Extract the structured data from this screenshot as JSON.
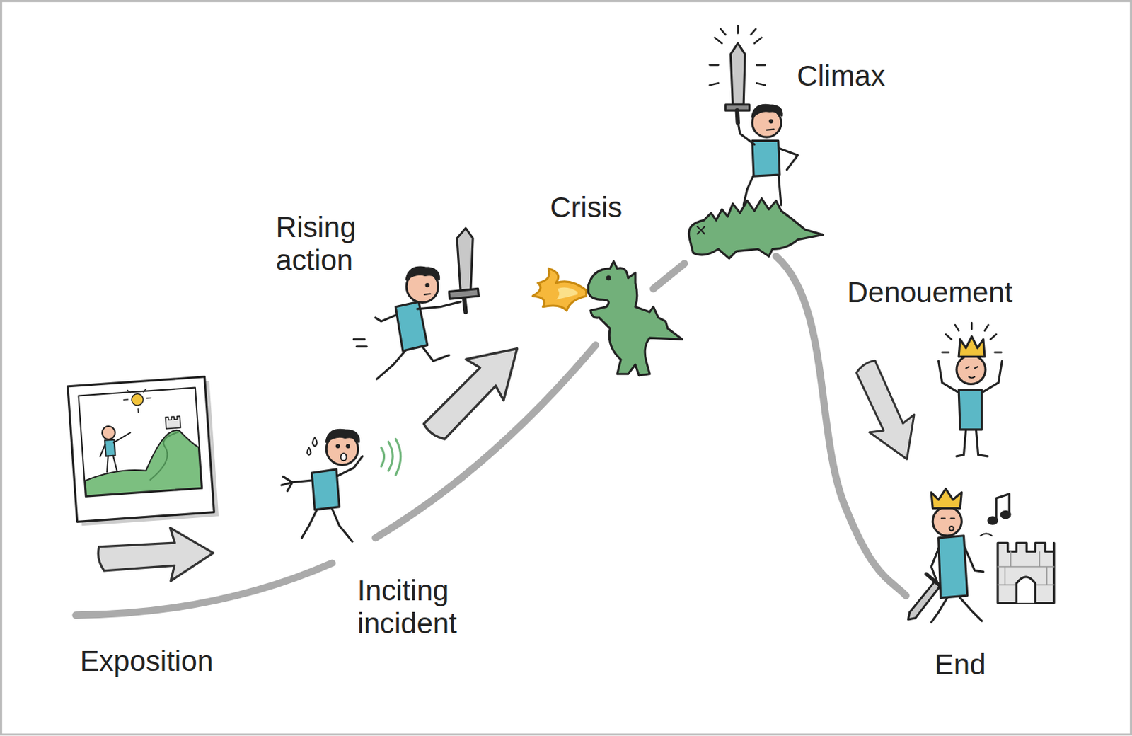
{
  "diagram": {
    "labels": [
      "Exposition",
      "Inciting incident",
      "Rising action",
      "Crisis",
      "Climax",
      "Denouement",
      "End"
    ]
  }
}
